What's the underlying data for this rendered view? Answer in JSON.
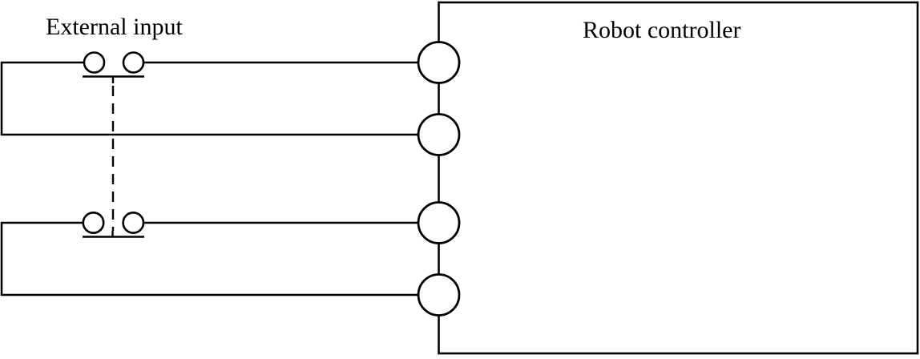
{
  "labels": {
    "external_input": "External input",
    "robot_controller": "Robot controller"
  },
  "colors": {
    "line": "#000000",
    "background": "#ffffff",
    "text": "#000000"
  },
  "components": {
    "controller_box": "robot-controller-box",
    "terminals": [
      {
        "name": "controller-terminal-1"
      },
      {
        "name": "controller-terminal-2"
      },
      {
        "name": "controller-terminal-3"
      },
      {
        "name": "controller-terminal-4"
      }
    ],
    "switches": [
      {
        "name": "external-input-contact-1",
        "symbol": "normally-open-contact"
      },
      {
        "name": "external-input-contact-2",
        "symbol": "normally-open-contact"
      }
    ],
    "linkage": {
      "name": "mechanical-linkage",
      "style": "dashed"
    }
  }
}
